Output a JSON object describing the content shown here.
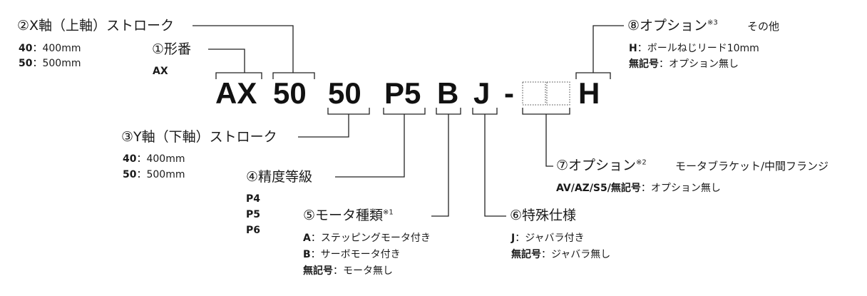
{
  "code": {
    "series": "AX",
    "x_stroke": "50",
    "y_stroke": "50",
    "accuracy": "P5",
    "motor": "B",
    "special": "J",
    "dash": "-",
    "other": "H"
  },
  "items": {
    "x_stroke": {
      "title": "②X軸（上軸）ストローク",
      "options": [
        {
          "code": "40",
          "sep": "：",
          "desc": "400mm"
        },
        {
          "code": "50",
          "sep": "：",
          "desc": "500mm"
        }
      ]
    },
    "series": {
      "title": "①形番",
      "options": [
        {
          "code": "AX"
        }
      ]
    },
    "y_stroke": {
      "title": "③Y軸（下軸）ストローク",
      "options": [
        {
          "code": "40",
          "sep": "：",
          "desc": "400mm"
        },
        {
          "code": "50",
          "sep": "：",
          "desc": "500mm"
        }
      ]
    },
    "accuracy": {
      "title": "④精度等級",
      "options": [
        {
          "code": "P4"
        },
        {
          "code": "P5"
        },
        {
          "code": "P6"
        }
      ]
    },
    "motor": {
      "title": "⑤モータ種類",
      "note": "※1",
      "options": [
        {
          "code": "A",
          "sep": "：",
          "desc": "ステッピングモータ付き"
        },
        {
          "code": "B",
          "sep": "：",
          "desc": "サーボモータ付き"
        },
        {
          "code": "無記号",
          "sep": "：",
          "desc": "モータ無し"
        }
      ]
    },
    "special": {
      "title": "⑥特殊仕様",
      "options": [
        {
          "code": "J",
          "sep": "：",
          "desc": "ジャバラ付き"
        },
        {
          "code": "無記号",
          "sep": "：",
          "desc": "ジャバラ無し"
        }
      ]
    },
    "option7": {
      "title": "⑦オプション",
      "note": "※2",
      "subtitle": "モータブラケット/中間フランジ",
      "options": [
        {
          "code": "AV/AZ/S5/無記号",
          "sep": "：",
          "desc": "オプション無し"
        }
      ]
    },
    "option8": {
      "title": "⑧オプション",
      "note": "※3",
      "subtitle": "その他",
      "options": [
        {
          "code": "H",
          "sep": "：",
          "desc": "ボールねじリード10mm"
        },
        {
          "code": "無記号",
          "sep": "：",
          "desc": "オプション無し"
        }
      ]
    }
  }
}
